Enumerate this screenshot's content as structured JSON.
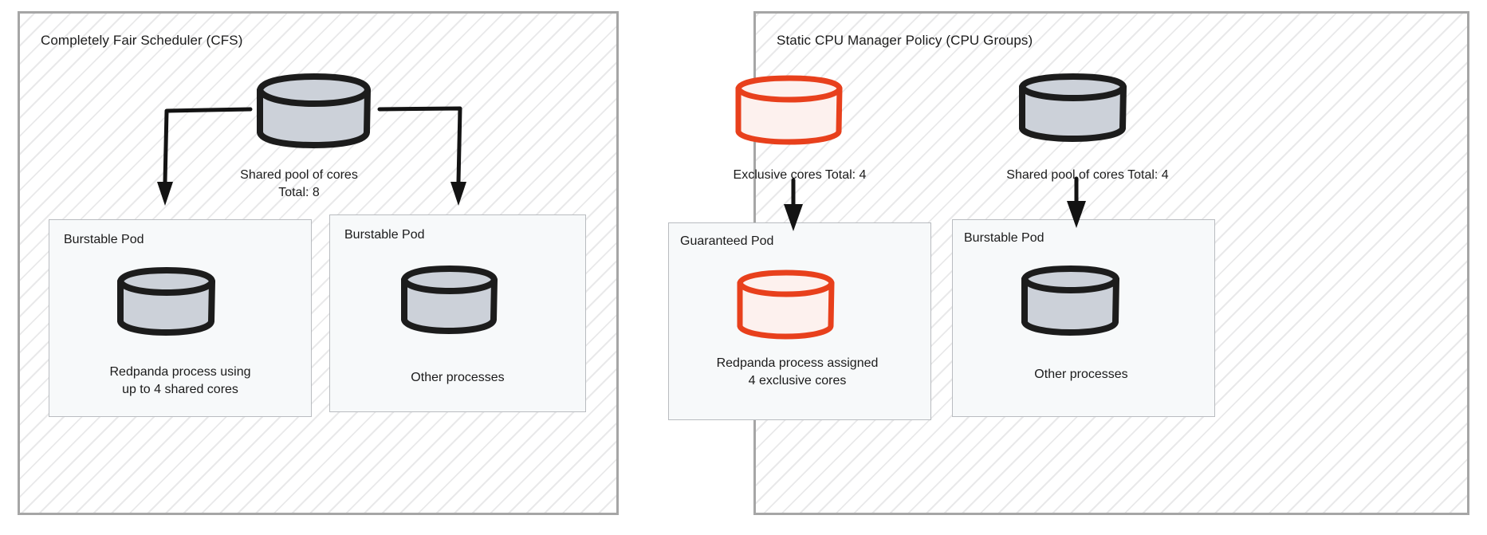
{
  "diagram": {
    "title": "Kubernetes CPU allocation: CFS vs Static CPU Manager Policy",
    "colors": {
      "panel_border": "#a6a6a6",
      "hatch": "#e9e9ea",
      "pod_fill": "#f7f9fa",
      "pod_border": "#b9bcc0",
      "cylinder_gray_fill": "#ccd1d9",
      "cylinder_gray_stroke": "#1c1c1c",
      "cylinder_red_fill": "#fdf1ee",
      "cylinder_red_stroke": "#e8401c",
      "text": "#1b1b1b"
    }
  },
  "panels": [
    {
      "id": "cfs",
      "title": "Completely Fair Scheduler (CFS)",
      "source": {
        "name": "shared-pool-cylinder",
        "style": "gray",
        "caption_line1": "Shared pool of cores",
        "caption_line2": "Total: 8"
      },
      "pods": [
        {
          "title": "Burstable Pod",
          "cylinder_style": "gray",
          "caption_line1": "Redpanda process using",
          "caption_line2": "up to 4 shared cores"
        },
        {
          "title": "Burstable Pod",
          "cylinder_style": "gray",
          "caption_line1": "Other processes",
          "caption_line2": ""
        }
      ]
    },
    {
      "id": "static",
      "title": "Static CPU Manager Policy (CPU Groups)",
      "sources": [
        {
          "name": "exclusive-cores-cylinder",
          "style": "red",
          "caption_line1": "Exclusive cores Total: 4",
          "caption_line2": ""
        },
        {
          "name": "shared-pool-cylinder",
          "style": "gray",
          "caption_line1": "Shared pool of cores Total: 4",
          "caption_line2": ""
        }
      ],
      "pods": [
        {
          "title": "Guaranteed Pod",
          "cylinder_style": "red",
          "caption_line1": "Redpanda process assigned",
          "caption_line2": "4 exclusive cores"
        },
        {
          "title": "Burstable Pod",
          "cylinder_style": "gray",
          "caption_line1": "Other processes",
          "caption_line2": ""
        }
      ]
    }
  ]
}
